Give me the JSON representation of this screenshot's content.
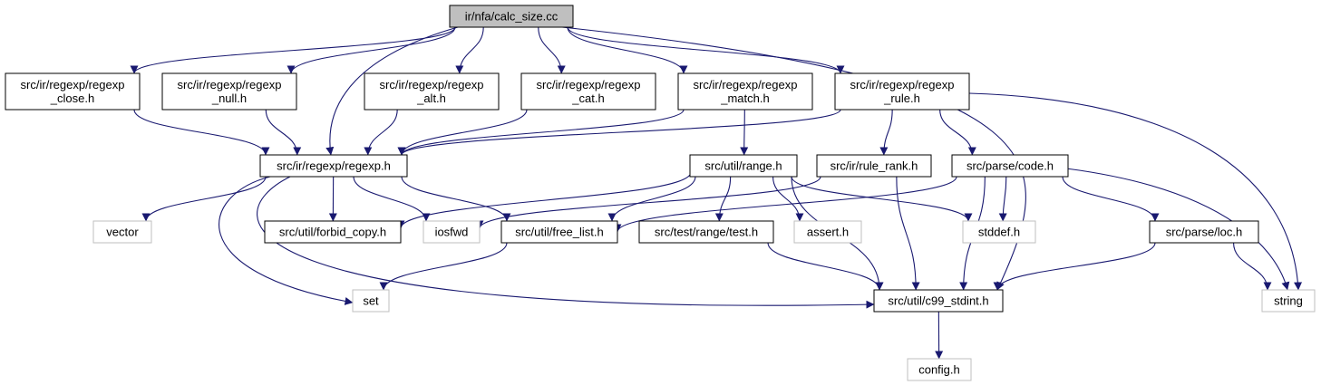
{
  "colors": {
    "edge": "#191970",
    "node_border": "#000000",
    "external_border": "#bfbfbf",
    "root_fill": "#bfbfbf",
    "node_fill": "#ffffff"
  },
  "nodes": {
    "root": {
      "lines": [
        "ir/nfa/calc_size.cc"
      ],
      "kind": "root"
    },
    "close": {
      "lines": [
        "src/ir/regexp/regexp",
        "_close.h"
      ],
      "kind": "file"
    },
    "null": {
      "lines": [
        "src/ir/regexp/regexp",
        "_null.h"
      ],
      "kind": "file"
    },
    "alt": {
      "lines": [
        "src/ir/regexp/regexp",
        "_alt.h"
      ],
      "kind": "file"
    },
    "cat": {
      "lines": [
        "src/ir/regexp/regexp",
        "_cat.h"
      ],
      "kind": "file"
    },
    "match": {
      "lines": [
        "src/ir/regexp/regexp",
        "_match.h"
      ],
      "kind": "file"
    },
    "rule": {
      "lines": [
        "src/ir/regexp/regexp",
        "_rule.h"
      ],
      "kind": "file"
    },
    "regexp": {
      "lines": [
        "src/ir/regexp/regexp.h"
      ],
      "kind": "file"
    },
    "range": {
      "lines": [
        "src/util/range.h"
      ],
      "kind": "file"
    },
    "rule_rank": {
      "lines": [
        "src/ir/rule_rank.h"
      ],
      "kind": "file"
    },
    "code": {
      "lines": [
        "src/parse/code.h"
      ],
      "kind": "file"
    },
    "vector": {
      "lines": [
        "vector"
      ],
      "kind": "external"
    },
    "forbid": {
      "lines": [
        "src/util/forbid_copy.h"
      ],
      "kind": "file"
    },
    "iosfwd": {
      "lines": [
        "iosfwd"
      ],
      "kind": "external"
    },
    "free_list": {
      "lines": [
        "src/util/free_list.h"
      ],
      "kind": "file"
    },
    "test": {
      "lines": [
        "src/test/range/test.h"
      ],
      "kind": "file"
    },
    "assert": {
      "lines": [
        "assert.h"
      ],
      "kind": "external"
    },
    "stddef": {
      "lines": [
        "stddef.h"
      ],
      "kind": "external"
    },
    "loc": {
      "lines": [
        "src/parse/loc.h"
      ],
      "kind": "file"
    },
    "set": {
      "lines": [
        "set"
      ],
      "kind": "external"
    },
    "c99": {
      "lines": [
        "src/util/c99_stdint.h"
      ],
      "kind": "file"
    },
    "string": {
      "lines": [
        "string"
      ],
      "kind": "external"
    },
    "config": {
      "lines": [
        "config.h"
      ],
      "kind": "external"
    }
  },
  "edges": [
    [
      "root",
      "close"
    ],
    [
      "root",
      "null"
    ],
    [
      "root",
      "alt"
    ],
    [
      "root",
      "cat"
    ],
    [
      "root",
      "match"
    ],
    [
      "root",
      "rule"
    ],
    [
      "root",
      "regexp"
    ],
    [
      "root",
      "c99"
    ],
    [
      "close",
      "regexp"
    ],
    [
      "null",
      "regexp"
    ],
    [
      "alt",
      "regexp"
    ],
    [
      "cat",
      "regexp"
    ],
    [
      "match",
      "regexp"
    ],
    [
      "match",
      "range"
    ],
    [
      "rule",
      "regexp"
    ],
    [
      "rule",
      "rule_rank"
    ],
    [
      "rule",
      "code"
    ],
    [
      "rule",
      "string"
    ],
    [
      "regexp",
      "vector"
    ],
    [
      "regexp",
      "forbid"
    ],
    [
      "regexp",
      "iosfwd"
    ],
    [
      "regexp",
      "free_list"
    ],
    [
      "regexp",
      "set"
    ],
    [
      "regexp",
      "c99"
    ],
    [
      "range",
      "forbid"
    ],
    [
      "range",
      "free_list"
    ],
    [
      "range",
      "test"
    ],
    [
      "range",
      "assert"
    ],
    [
      "range",
      "stddef"
    ],
    [
      "range",
      "c99"
    ],
    [
      "rule_rank",
      "iosfwd"
    ],
    [
      "rule_rank",
      "c99"
    ],
    [
      "code",
      "free_list"
    ],
    [
      "code",
      "stddef"
    ],
    [
      "code",
      "c99"
    ],
    [
      "code",
      "loc"
    ],
    [
      "code",
      "string"
    ],
    [
      "free_list",
      "set"
    ],
    [
      "test",
      "c99"
    ],
    [
      "loc",
      "c99"
    ],
    [
      "loc",
      "string"
    ],
    [
      "c99",
      "config"
    ]
  ]
}
